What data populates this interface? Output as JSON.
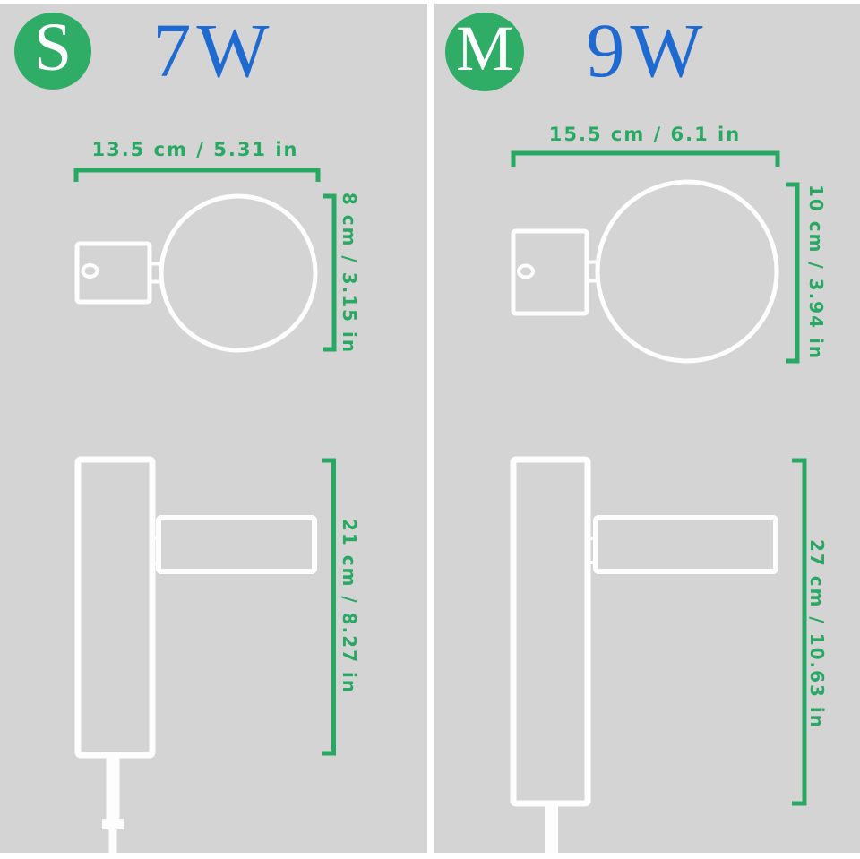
{
  "colors": {
    "background": "#ffffff",
    "panel_gray": "#d4d4d4",
    "badge_green": "#2fad66",
    "dimension_green": "#28a963",
    "wattage_blue": "#1e6ad0",
    "lamp_line_white": "#fdfdfd"
  },
  "panels": [
    {
      "size_label": "S",
      "wattage": "7W",
      "width_dim": "13.5 cm / 5.31 in",
      "height_dim": "8 cm / 3.15 in",
      "length_dim": "21 cm / 8.27 in"
    },
    {
      "size_label": "M",
      "wattage": "9W",
      "width_dim": "15.5 cm / 6.1 in",
      "height_dim": "10 cm / 3.94 in",
      "length_dim": "27 cm / 10.63 in"
    }
  ]
}
